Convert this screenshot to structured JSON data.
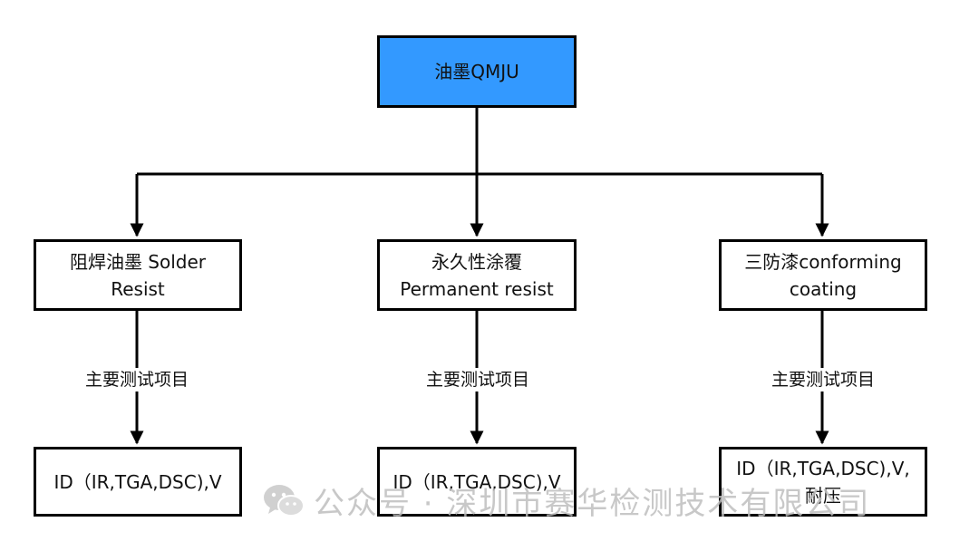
{
  "root": {
    "label": "油墨QMJU",
    "fill": "#3399ff"
  },
  "categories": [
    {
      "line1": "阻焊油墨 Solder",
      "line2": "Resist"
    },
    {
      "line1": "永久性涂覆",
      "line2": "Permanent resist"
    },
    {
      "line1": "三防漆conforming",
      "line2": "coating"
    }
  ],
  "edge_labels": [
    "主要测试项目",
    "主要测试项目",
    "主要测试项目"
  ],
  "leaves": [
    {
      "line1": "ID（IR,TGA,DSC),V",
      "line2": ""
    },
    {
      "line1": "ID（IR,TGA,DSC),V",
      "line2": ""
    },
    {
      "line1": "ID（IR,TGA,DSC),V,",
      "line2": "耐压"
    }
  ],
  "watermark": {
    "text": "公众号 · 深圳市赛华检测技术有限公司",
    "icon": "wechat-icon"
  }
}
